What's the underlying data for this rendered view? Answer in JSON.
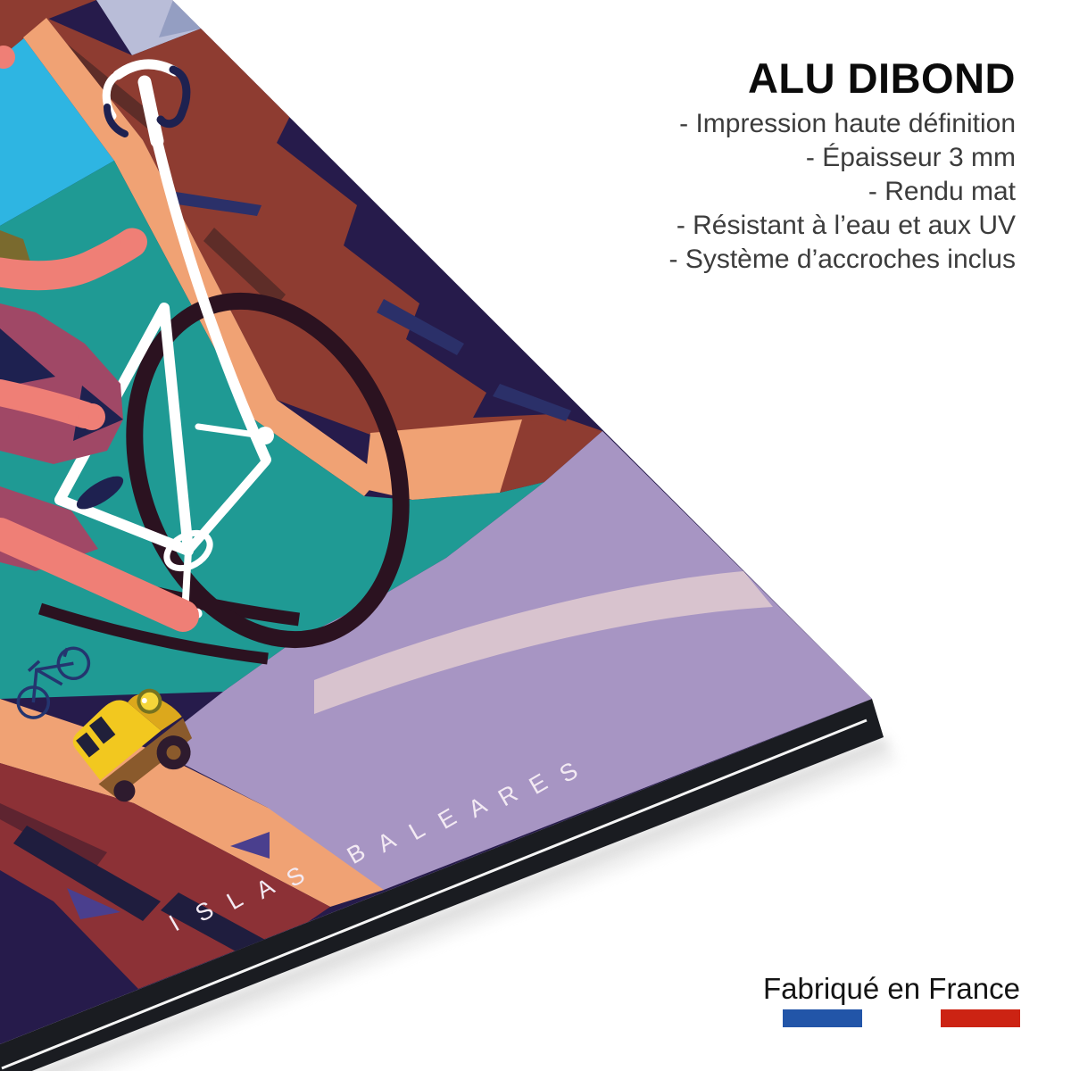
{
  "product_info": {
    "title": "ALU DIBOND",
    "features": [
      "- Impression haute définition",
      "- Épaisseur 3 mm",
      "- Rendu mat",
      "- Résistant à l’eau et aux UV",
      "- Système d’accroches inclus"
    ]
  },
  "footer": {
    "made_in": "Fabriqué en France",
    "flag_icon": "french-flag-icon"
  },
  "poster": {
    "caption": "ISLAS BALEARES",
    "caption_letters": [
      "I",
      "S",
      "L",
      "A",
      "S",
      "B",
      "A",
      "L",
      "E",
      "A",
      "R",
      "E",
      "S"
    ],
    "scene": "cyclist climbing a mountain road with a vintage yellow car",
    "material": "aluminium composite panel, black core edge"
  },
  "palette": {
    "background": "#FFFFFF",
    "navy": "#261B4B",
    "sky_cyan": "#2EB5E2",
    "teal": "#1F9A94",
    "rust_red": "#8E3C31",
    "sand": "#F0A274",
    "lilac_road": "#A795C3",
    "pink_stripe": "#D8C3CE",
    "maroon_block": "#8C3136",
    "berry_jersey": "#A04866",
    "skin": "#EF7F76",
    "wheel_dark": "#2B1220",
    "car_yellow": "#F2C81F",
    "edge_black": "#1A1C21",
    "caption_text": "#F3EAF3",
    "feature_text": "#3C3C3C",
    "flag_blue": "#2255A8",
    "flag_red": "#CC2313"
  }
}
